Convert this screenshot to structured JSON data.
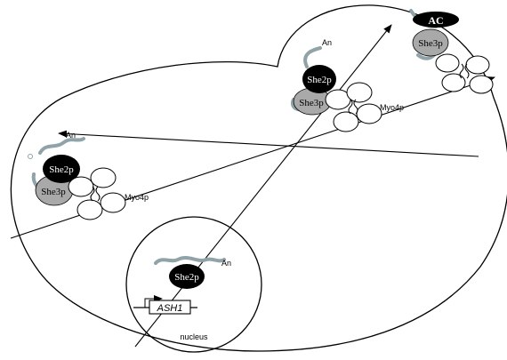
{
  "labels": {
    "she2p": "She2p",
    "she3p": "She3p",
    "myo4p": "Myo4p",
    "poly_a": "An",
    "ac": "AC",
    "gene": "ASH1",
    "nucleus": "nucleus"
  },
  "colors": {
    "she2p_fill": "#000000",
    "she3p_fill": "#a9a9a9",
    "mrna_stroke": "#8fa3a8",
    "outline": "#000000"
  }
}
